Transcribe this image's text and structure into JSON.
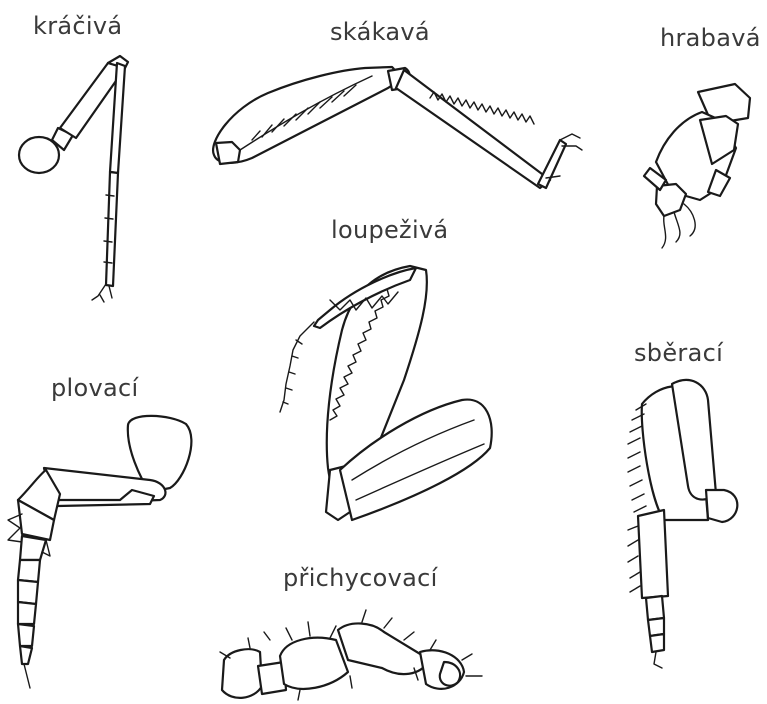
{
  "labels": {
    "walking": "kráčivá",
    "jumping": "skákavá",
    "digging": "hrabavá",
    "raptorial": "loupeživá",
    "swimming": "plovací",
    "collecting": "sběrací",
    "clinging": "přichycovací"
  }
}
